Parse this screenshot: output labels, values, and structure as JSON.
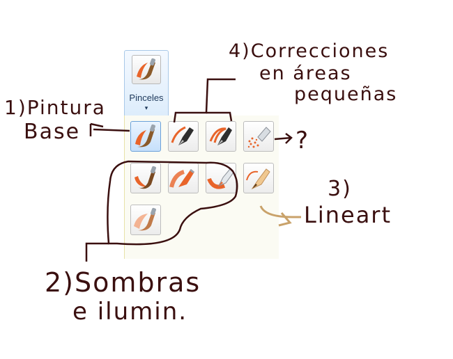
{
  "ribbon": {
    "brushes_label": "Pinceles",
    "dropdown_caret": "▾",
    "brushes": [
      {
        "id": "brush",
        "icon": "brush-icon",
        "selected": true
      },
      {
        "id": "calligraphy-1",
        "icon": "calligraphy-pen-icon",
        "selected": false
      },
      {
        "id": "calligraphy-2",
        "icon": "calligraphy-pen-2-icon",
        "selected": false
      },
      {
        "id": "airbrush",
        "icon": "airbrush-icon",
        "selected": false
      },
      {
        "id": "oil-brush",
        "icon": "oil-brush-icon",
        "selected": false
      },
      {
        "id": "crayon",
        "icon": "crayon-icon",
        "selected": false
      },
      {
        "id": "marker",
        "icon": "marker-icon",
        "selected": false
      },
      {
        "id": "natural-pencil",
        "icon": "natural-pencil-icon",
        "selected": false
      },
      {
        "id": "watercolor-brush",
        "icon": "watercolor-brush-icon",
        "selected": false
      }
    ]
  },
  "annotations": {
    "a1_line1": "1)Pintura",
    "a1_line2": "Base",
    "a2_line1": "2)Sombras",
    "a2_line2": "e ilumin.",
    "a3_number": "3)",
    "a3_label": "Lineart",
    "a4_line1": "4)Correcciones",
    "a4_line2": "en áreas",
    "a4_line3": "pequeñas",
    "question": "?"
  },
  "colors": {
    "ink": "#3a0f0f",
    "light_arrow": "#c9a26a",
    "ribbon_border": "#a8c8e8",
    "panel_background": "#fbfbf3",
    "paint_orange": "#e8642a"
  }
}
